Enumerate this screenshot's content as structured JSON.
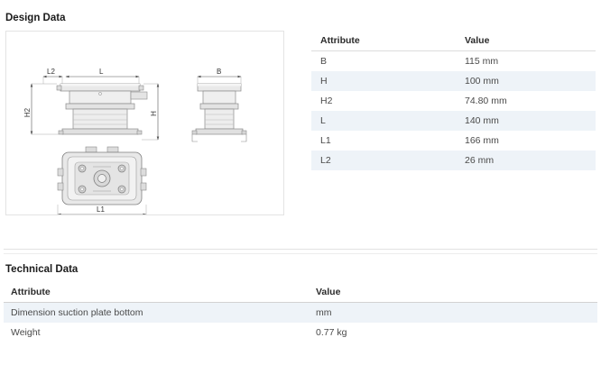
{
  "design": {
    "title": "Design Data",
    "table": {
      "headers": [
        "Attribute",
        "Value"
      ],
      "rows": [
        {
          "attribute": "B",
          "value": "115 mm"
        },
        {
          "attribute": "H",
          "value": "100 mm"
        },
        {
          "attribute": "H2",
          "value": "74.80 mm"
        },
        {
          "attribute": "L",
          "value": "140 mm"
        },
        {
          "attribute": "L1",
          "value": "166 mm"
        },
        {
          "attribute": "L2",
          "value": "26 mm"
        }
      ]
    },
    "drawing": {
      "labels": {
        "l2": "L2",
        "l": "L",
        "b": "B",
        "h2": "H2",
        "h": "H",
        "l1": "L1"
      }
    }
  },
  "technical": {
    "title": "Technical Data",
    "table": {
      "headers": [
        "Attribute",
        "Value"
      ],
      "rows": [
        {
          "attribute": "Dimension suction plate bottom",
          "value": "mm"
        },
        {
          "attribute": "Weight",
          "value": "0.77 kg"
        }
      ]
    }
  },
  "colors": {
    "row_alt": "#eef3f8",
    "text": "#3c3c3c",
    "heading": "#1a1a1a",
    "rule": "#e2e2e2"
  }
}
